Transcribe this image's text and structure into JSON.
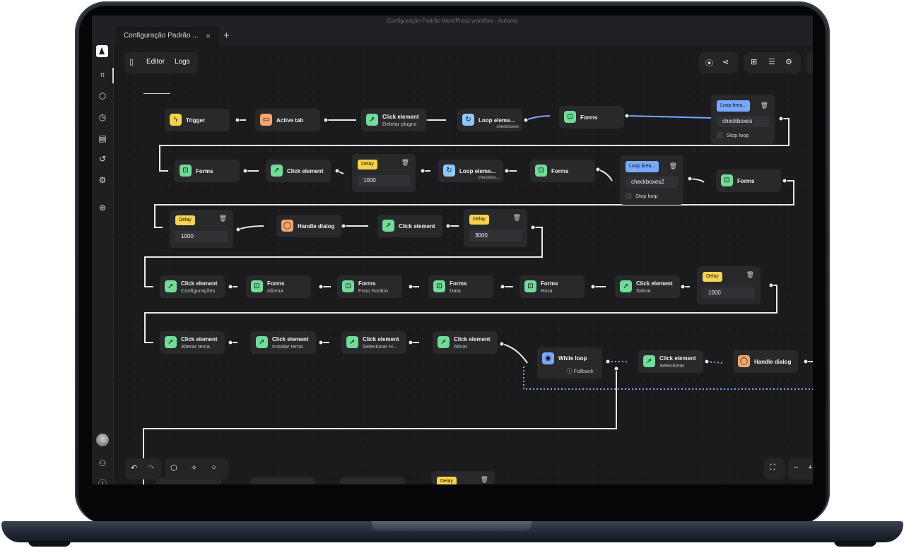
{
  "window": {
    "title": "Configuração Padrão WordPress workflow - Automa"
  },
  "tabs": [
    {
      "label": "Configuração Padrão ...",
      "close": "×"
    }
  ],
  "tab_add": "+",
  "editor": {
    "tab_editor": "Editor",
    "tab_logs": "Logs"
  },
  "icons": {
    "toggle_panel": "sidebar-panel-icon",
    "broadcast": "broadcast-icon",
    "share": "share-icon",
    "table": "table-icon",
    "database": "database-icon",
    "settings": "gear-icon"
  },
  "nodes": {
    "trigger": {
      "label": "Trigger"
    },
    "active_tab": {
      "label": "Active tab"
    },
    "click_deletar": {
      "label": "Click element",
      "desc": "Deletar plugns"
    },
    "loop1": {
      "label": "Loop eleme...",
      "sub": "checkboxes"
    },
    "forms1": {
      "label": "Forms"
    },
    "loopbreak1": {
      "badge": "Loop brea...",
      "value": "checkboxes",
      "check": "Stop loop"
    },
    "forms2": {
      "label": "Forms"
    },
    "click2": {
      "label": "Click element"
    },
    "delay1": {
      "badge": "Delay",
      "value": "1000"
    },
    "loop2": {
      "label": "Loop eleme...",
      "sub": "checkbos..."
    },
    "forms3": {
      "label": "Forms"
    },
    "loopbreak2": {
      "badge": "Loop brea...",
      "value": "checkboxes2",
      "check": "Stop loop"
    },
    "forms4": {
      "label": "Forms"
    },
    "delay2": {
      "badge": "Delay",
      "value": "1000"
    },
    "handle1": {
      "label": "Handle dialog"
    },
    "click3": {
      "label": "Click element"
    },
    "delay3": {
      "badge": "Delay",
      "value": "3000"
    },
    "click_config": {
      "label": "Click element",
      "desc": "Configurações"
    },
    "forms_idioma": {
      "label": "Forms",
      "desc": "Idioma"
    },
    "forms_fuso": {
      "label": "Forms",
      "desc": "Fuso horário"
    },
    "forms_data": {
      "label": "Forms",
      "desc": "Data"
    },
    "forms_hora": {
      "label": "Forms",
      "desc": "Hora"
    },
    "click_salvar": {
      "label": "Click element",
      "desc": "Salvar"
    },
    "delay4": {
      "badge": "Delay",
      "value": "1000"
    },
    "click_alterar": {
      "label": "Click element",
      "desc": "Alterar tema"
    },
    "click_instalar": {
      "label": "Click element",
      "desc": "Instalar tema"
    },
    "click_selecionar_h": {
      "label": "Click element",
      "desc": "Selecionar H..."
    },
    "click_ativar": {
      "label": "Click element",
      "desc": "Ativar"
    },
    "while": {
      "label": "While loop",
      "fallback": "ⓘ Fallback"
    },
    "click_selecionar": {
      "label": "Click element",
      "desc": "Selecionar"
    },
    "handle2": {
      "label": "Handle dialog"
    },
    "delay5": {
      "badge": "Delay"
    }
  },
  "colors": {
    "accent_green": "#6fdc99",
    "accent_yellow": "#f7d44c",
    "accent_orange": "#f6a66d",
    "accent_blue": "#79a8ff",
    "canvas_bg": "#1b1b1e",
    "node_bg": "#29292c"
  }
}
